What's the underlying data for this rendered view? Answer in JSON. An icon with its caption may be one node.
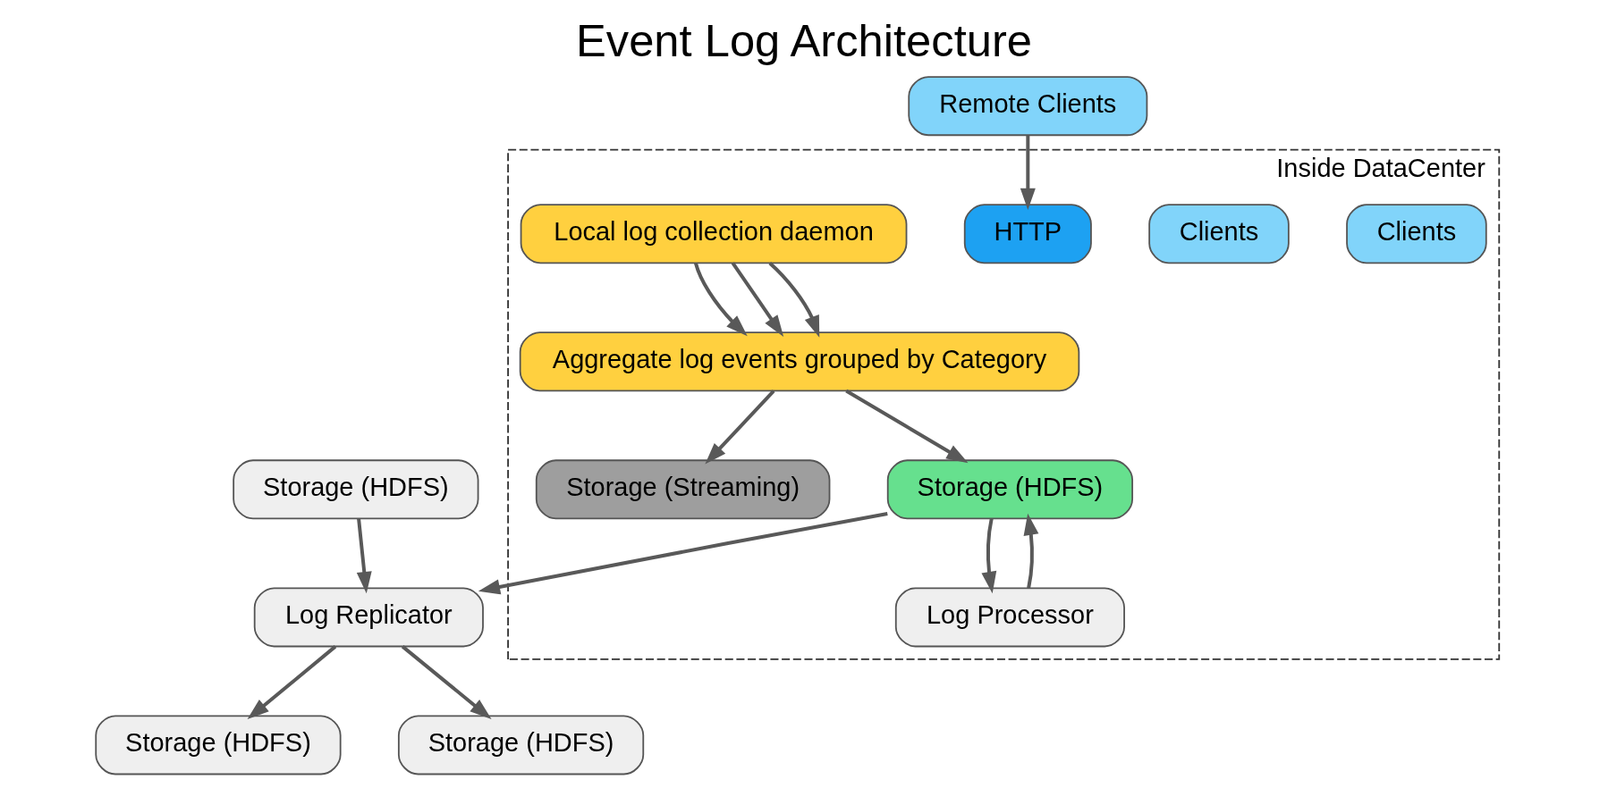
{
  "diagram": {
    "title": "Event Log Architecture",
    "nodes": [
      {
        "text": [
          "Inside DataCenter"
        ]
      },
      {
        "text": [
          "Clients"
        ],
        "in": 0
      },
      {
        "text": [
          "Clients"
        ],
        "in": 0
      },
      {
        "text": [
          "HTTP"
        ],
        "in": 0
      },
      {
        "text": [
          "Local log collection daemon"
        ],
        "in": 0
      },
      {
        "text": [
          "Aggregate log events grouped by Category"
        ],
        "in": 0
      },
      {
        "text": [
          "Storage (Streaming)"
        ],
        "in": 0
      },
      {
        "text": [
          "Storage (HDFS)"
        ],
        "in": 0
      },
      {
        "text": [
          "Log Processor"
        ],
        "in": 0
      },
      {
        "text": [
          "Remote Clients"
        ]
      },
      {
        "text": [
          "Storage (HDFS)"
        ]
      },
      {
        "text": [
          "Storage (HDFS)"
        ]
      },
      {
        "text": [
          "Log Replicator"
        ]
      },
      {
        "text": [
          "Storage (HDFS)"
        ]
      }
    ],
    "edges": [
      {
        "from": 9,
        "to": 3,
        "arrow": "to"
      },
      {
        "from": 4,
        "to": 5,
        "arrow": "to"
      },
      {
        "from": 4,
        "to": 5,
        "arrow": "to"
      },
      {
        "from": 4,
        "to": 5,
        "arrow": "to"
      },
      {
        "from": 5,
        "to": 6,
        "arrow": "to"
      },
      {
        "from": 5,
        "to": 7,
        "arrow": "to"
      },
      {
        "from": 7,
        "to": 8,
        "arrow": "to"
      },
      {
        "from": 8,
        "to": 7,
        "arrow": "to"
      },
      {
        "from": 7,
        "to": 12,
        "arrow": "to"
      },
      {
        "from": 11,
        "to": 12,
        "arrow": "to"
      },
      {
        "from": 12,
        "to": 10,
        "arrow": "to"
      },
      {
        "from": 12,
        "to": 13,
        "arrow": "to"
      }
    ]
  }
}
